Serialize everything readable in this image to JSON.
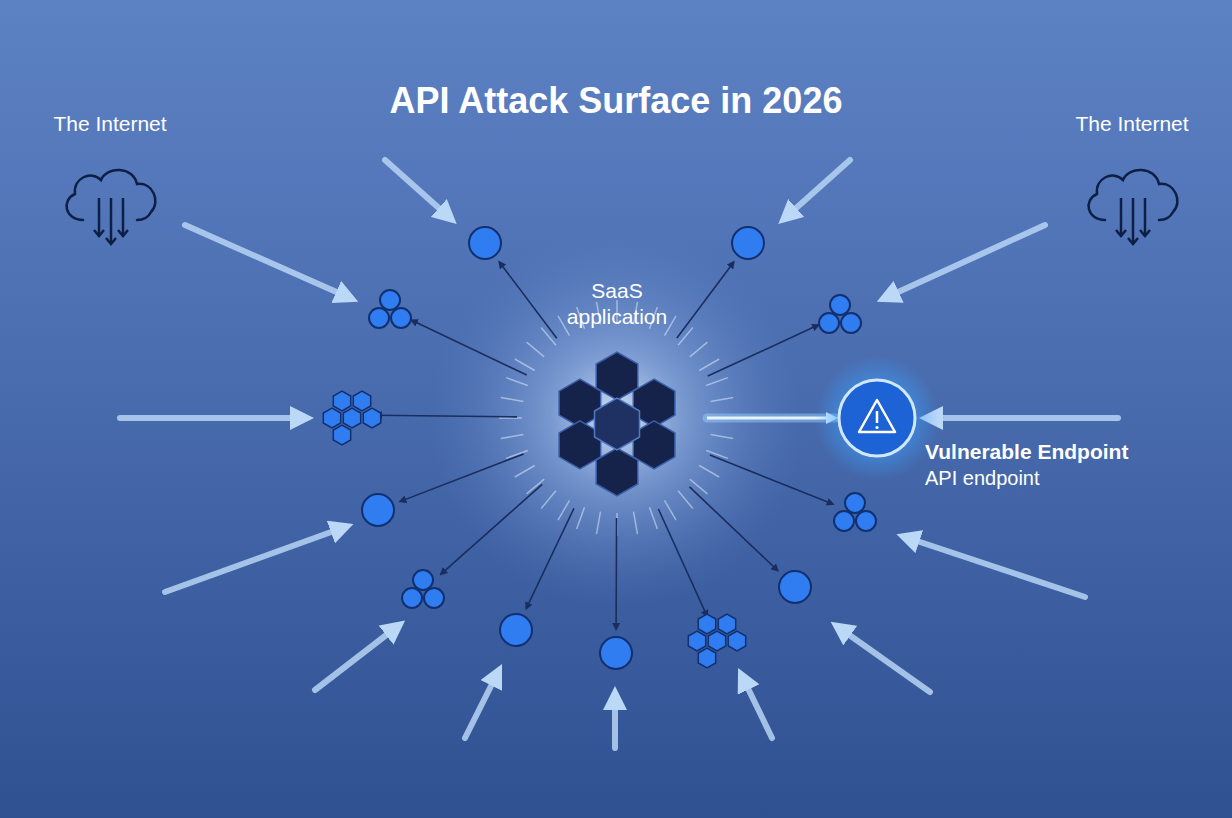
{
  "diagram": {
    "title": "API Attack Surface in 2026",
    "nodes": [
      {
        "text": [
          "The Internet"
        ]
      },
      {
        "text": [
          "The Internet"
        ]
      },
      {
        "text": [
          "SaaS application"
        ]
      },
      {
        "text": [
          "Vulnerable Endpoint",
          "API endpoint"
        ]
      }
    ],
    "edges": [
      {
        "from": 2,
        "to": 3,
        "arrow": "to"
      }
    ]
  }
}
